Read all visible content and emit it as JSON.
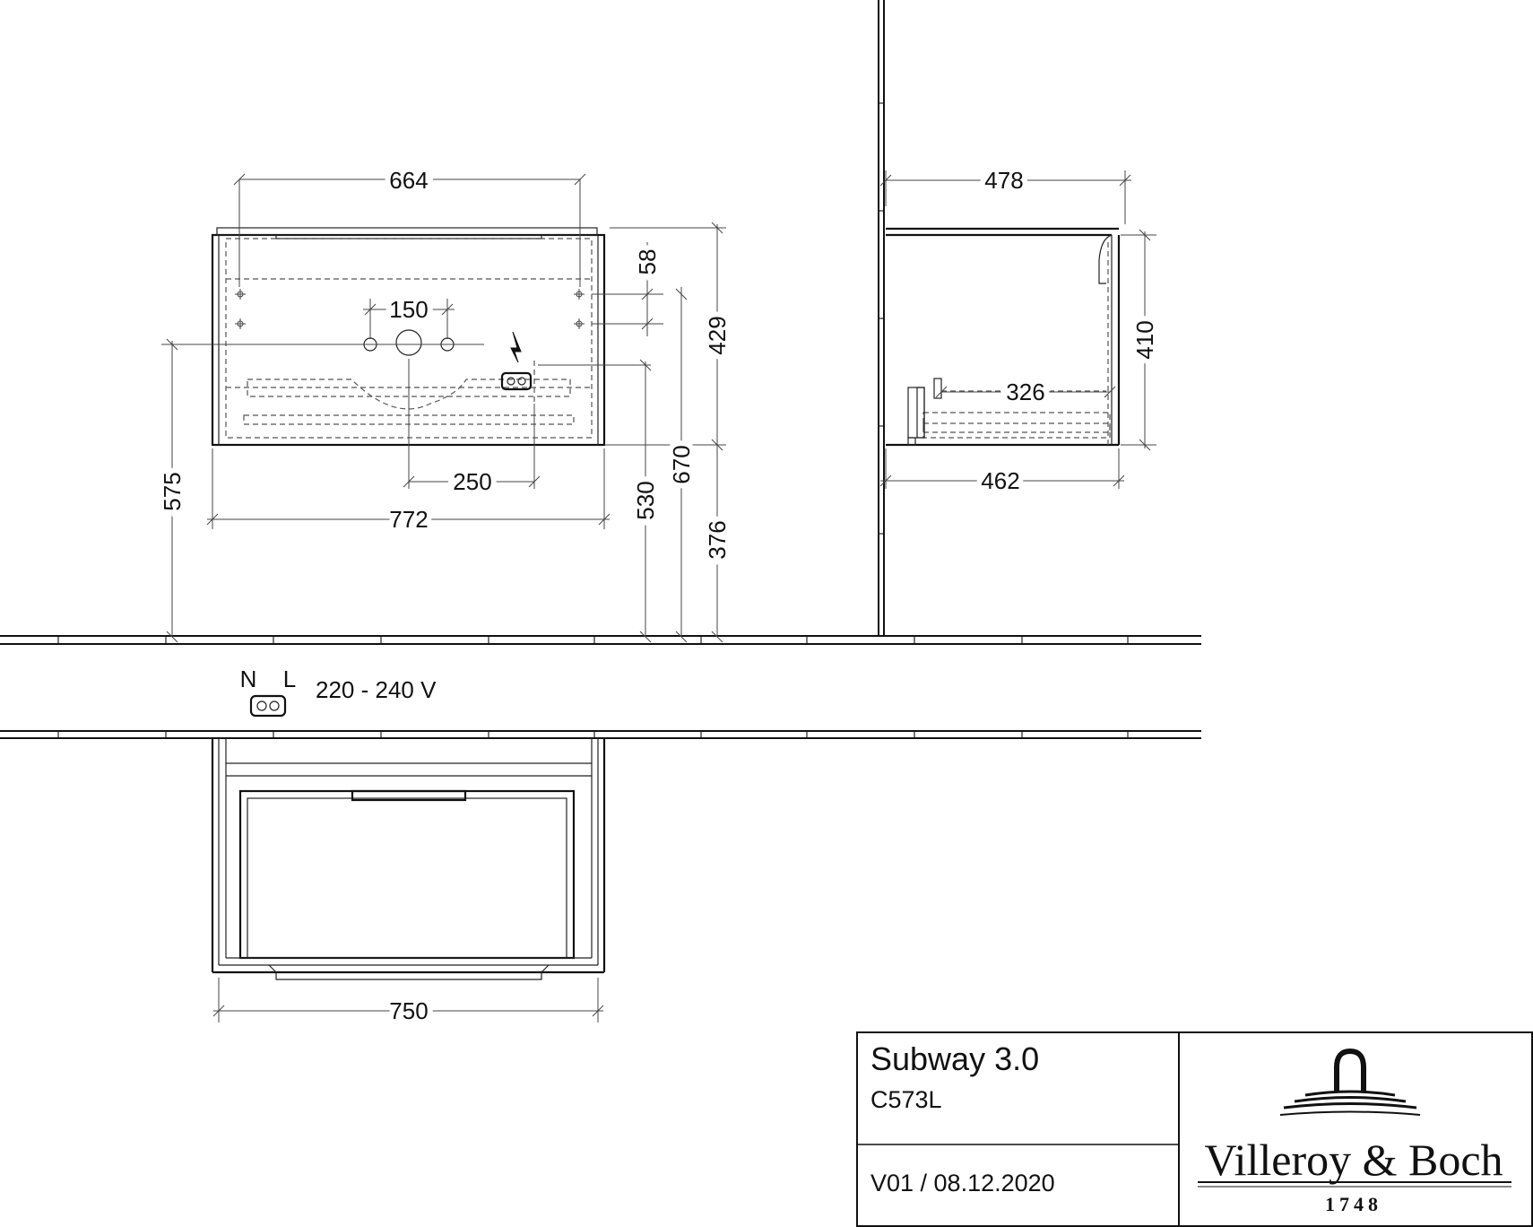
{
  "dimensions": {
    "front_top_width": "664",
    "front_upper_offset": "58",
    "front_hole_spacing": "150",
    "front_height_top": "429",
    "front_socket_offset": "250",
    "front_total_width": "772",
    "front_left_height": "575",
    "front_socket_height": "530",
    "front_total_height": "670",
    "front_bottom_height": "376",
    "side_top_depth": "478",
    "side_height": "410",
    "side_inner_depth": "326",
    "side_bottom_depth": "462",
    "plan_width": "750"
  },
  "socket_legend": {
    "n_label": "N",
    "l_label": "L",
    "voltage": "220 - 240 V"
  },
  "title_block": {
    "product_name": "Subway 3.0",
    "article_code": "C573L",
    "version_date": "V01 / 08.12.2020",
    "brand": "Villeroy & Boch",
    "founded": "1748"
  }
}
